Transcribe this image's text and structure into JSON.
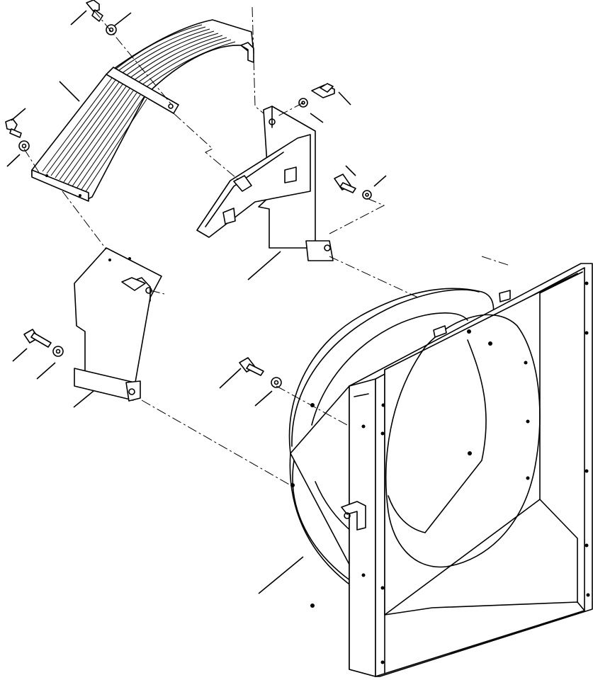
{
  "diagram": {
    "type": "exploded-parts-view",
    "parts": [
      {
        "id": "screen-grille",
        "icon": "radiator-screen-icon"
      },
      {
        "id": "upper-bracket",
        "icon": "bracket-icon"
      },
      {
        "id": "lower-bracket",
        "icon": "bracket-icon"
      },
      {
        "id": "fan-shroud",
        "icon": "fan-shroud-icon"
      },
      {
        "id": "bolts",
        "icon": "bolt-icon",
        "count": 6
      },
      {
        "id": "washers",
        "icon": "washer-icon",
        "count": 6
      }
    ],
    "callouts": 14
  },
  "colors": {
    "line": "#000000",
    "background": "#ffffff"
  }
}
